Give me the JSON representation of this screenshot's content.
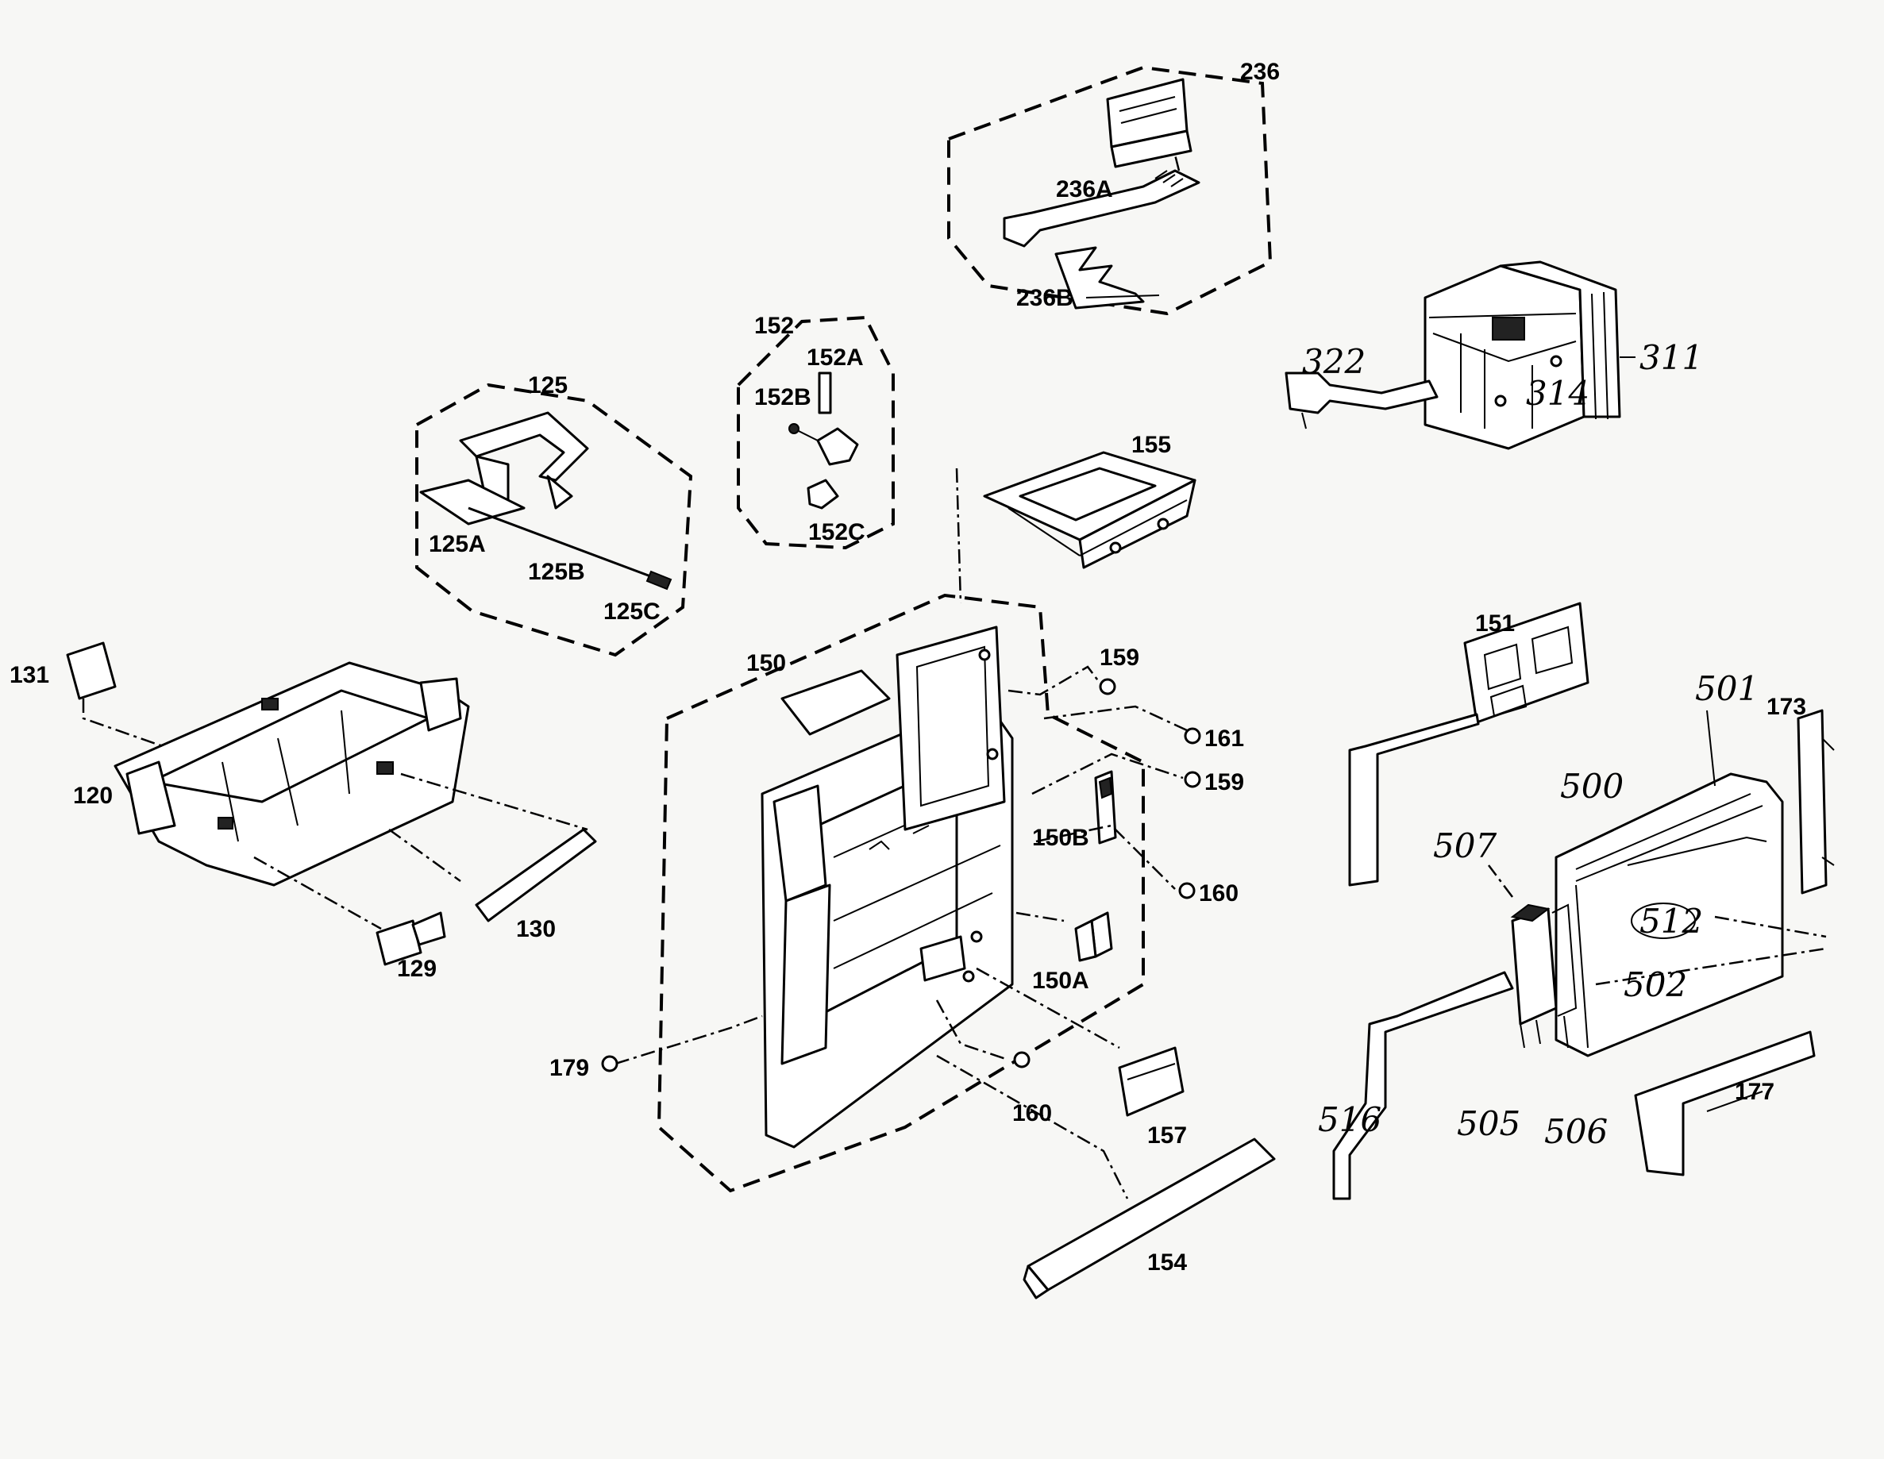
{
  "labels": {
    "p236": "236",
    "p236A": "236A",
    "p236B": "236B",
    "p311": "311",
    "p322": "322",
    "p314": "314",
    "p152": "152",
    "p152A": "152A",
    "p152B": "152B",
    "p152C": "152C",
    "p125": "125",
    "p125A": "125A",
    "p125B": "125B",
    "p125C": "125C",
    "p155": "155",
    "p131": "131",
    "p120": "120",
    "p129": "129",
    "p130": "130",
    "p150": "150",
    "p159a": "159",
    "p161": "161",
    "p159b": "159",
    "p150B": "150B",
    "p160a": "160",
    "p150A": "150A",
    "p179": "179",
    "p160b": "160",
    "p157": "157",
    "p154": "154",
    "p151": "151",
    "p501": "501",
    "p173": "173",
    "p500": "500",
    "p507": "507",
    "p512": "512",
    "p502": "502",
    "p177": "177",
    "p516": "516",
    "p505": "505",
    "p506": "506"
  }
}
